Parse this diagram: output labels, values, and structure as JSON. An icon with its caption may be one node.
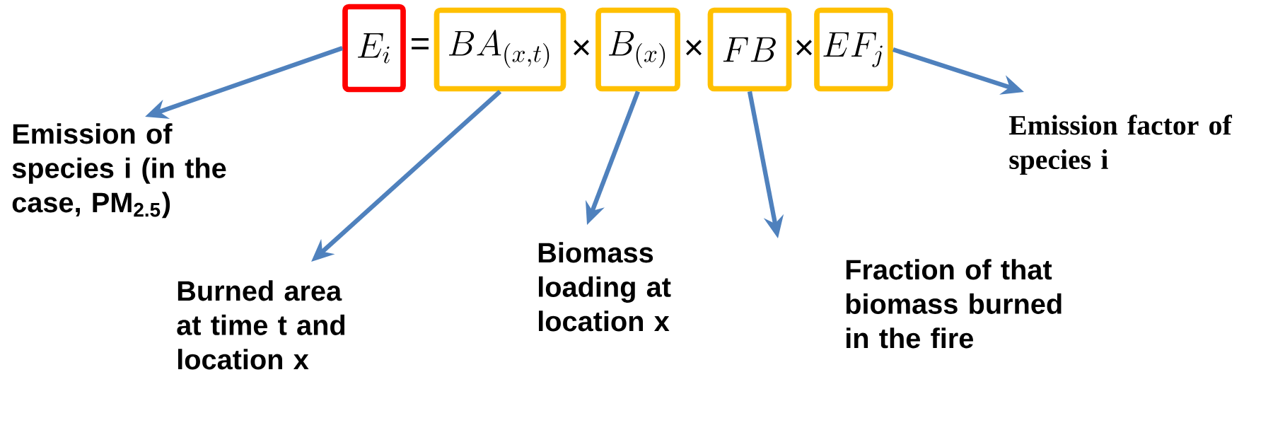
{
  "diagram": {
    "nodes": [
      {
        "text": [
          "E_i"
        ]
      },
      {
        "text": [
          "BA_{(x,t)}"
        ]
      },
      {
        "text": [
          "B_{(x)}"
        ]
      },
      {
        "text": [
          "FB"
        ]
      },
      {
        "text": [
          "EF_j"
        ]
      },
      {
        "text": [
          "Emission of species i (in the case, PM$_{2.5}$)"
        ]
      },
      {
        "text": [
          "Burned area at time t and location x"
        ]
      },
      {
        "text": [
          "Biomass loading at location x"
        ]
      },
      {
        "text": [
          "Fraction of that biomass burned in the fire"
        ]
      },
      {
        "text": [
          "Emission factor of species i"
        ]
      }
    ],
    "edges": [
      {
        "from": 0,
        "to": 5,
        "arrow": "to"
      },
      {
        "from": 1,
        "to": 6,
        "arrow": "to"
      },
      {
        "from": 2,
        "to": 7,
        "arrow": "to"
      },
      {
        "from": 3,
        "to": 8,
        "arrow": "to"
      },
      {
        "from": 4,
        "to": 9,
        "arrow": "to"
      }
    ],
    "labels": [
      "=",
      "×",
      "×",
      "×"
    ]
  }
}
